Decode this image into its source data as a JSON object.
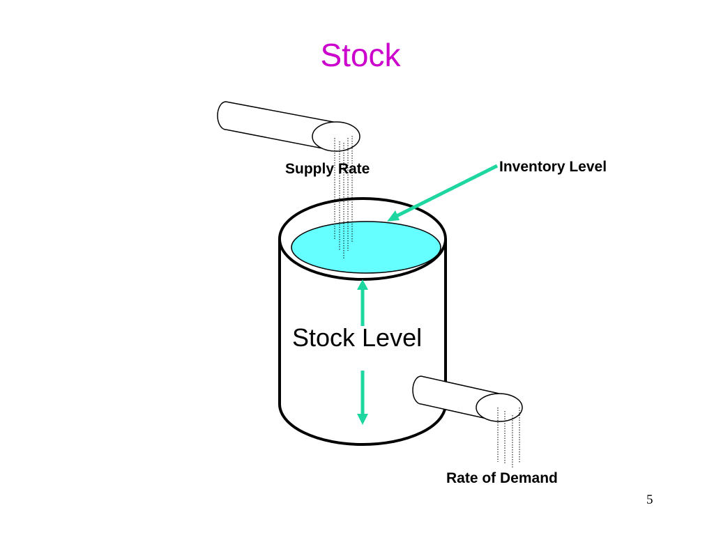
{
  "slide": {
    "title": "Stock",
    "page_number": "5"
  },
  "labels": {
    "supply_rate": "Supply Rate",
    "inventory_level": "Inventory Level",
    "stock_level": "Stock Level",
    "rate_of_demand": "Rate of Demand"
  },
  "colors": {
    "title": "#cc00cc",
    "liquid_fill": "#66ffff",
    "arrow": "#1ed6a0",
    "outline": "#000000"
  }
}
